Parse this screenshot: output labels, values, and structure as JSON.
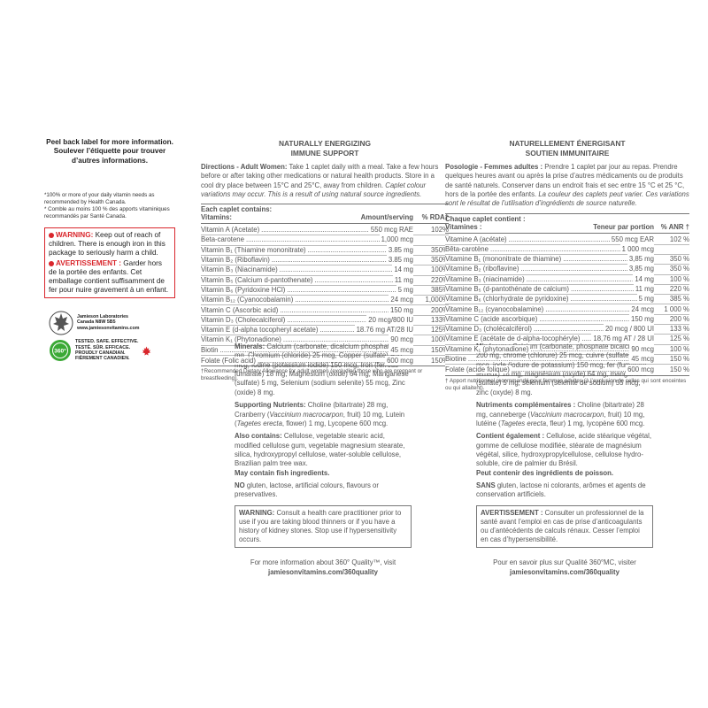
{
  "left": {
    "peel_en": "Peel back label for more information.",
    "peel_fr": "Soulever l’étiquette pour trouver d’autres informations.",
    "rda_note_en": "*100% or more of your daily vitamin needs as recommended by Health Canada.",
    "rda_note_fr": "* Comble au moins 100 % des apports vitaminiques recommandés par Santé Canada.",
    "warning_en_label": "WARNING:",
    "warning_en": "Keep out of reach of children. There is enough iron in this package to seriously harm a child.",
    "warning_fr_label": "AVERTISSEMENT :",
    "warning_fr": "Garder hors de la portée des enfants. Cet emballage contient suffisamment de fer pour nuire gravement à un enfant.",
    "company": "Jamieson Laboratories",
    "address": "Canada  N8W 5B5",
    "website": "www.jamiesonvitamins.com",
    "tested": [
      "TESTED. SAFE. EFFECTIVE.",
      "TESTÉ. SÛR. EFFICACE.",
      "PROUDLY CANADIAN.",
      "FIÈREMENT CANADIEN."
    ],
    "seal_text": "360°"
  },
  "en": {
    "title1": "NATURALLY ENERGIZING",
    "title2": "IMMUNE SUPPORT",
    "dir_label": "Directions - Adult Women:",
    "dir_text": " Take 1 caplet daily with a meal. Take a few hours before or after taking other medications or natural health products. Store in a cool dry place between 15°C and 25°C, away from children. ",
    "dir_italic": "Caplet colour variations may occur. This is a result of using natural source ingredients.",
    "th1": "Each caplet contains:",
    "col_name": "Vitamins:",
    "col_amount": "Amount/serving",
    "col_pct": "% RDA†",
    "rows": [
      {
        "n": "Vitamin A (Acetate)",
        "a": "550 mcg RAE",
        "p": "102%"
      },
      {
        "n": "Beta-carotene",
        "a": "1,000 mcg",
        "p": ""
      },
      {
        "n": "Vitamin B₁ (Thiamine mononitrate)",
        "a": "3.85 mg",
        "p": "350%"
      },
      {
        "n": "Vitamin B₂ (Riboflavin)",
        "a": "3.85 mg",
        "p": "350%"
      },
      {
        "n": "Vitamin B₃ (Niacinamide)",
        "a": "14 mg",
        "p": "100%"
      },
      {
        "n": "Vitamin B₅ (Calcium d-pantothenate)",
        "a": "11 mg",
        "p": "220%"
      },
      {
        "n": "Vitamin B₆ (Pyridoxine HCl)",
        "a": "5 mg",
        "p": "385%"
      },
      {
        "n": "Vitamin B₁₂ (Cyanocobalamin)",
        "a": "24 mcg",
        "p": "1,000%"
      },
      {
        "n": "Vitamin C (Ascorbic acid)",
        "a": "150 mg",
        "p": "200%"
      },
      {
        "n": "Vitamin D₃ (Cholecalciferol)",
        "a": "20 mcg/800 IU",
        "p": "133%"
      },
      {
        "n": "Vitamin E (d-alpha tocopheryl acetate)",
        "a": "18.76 mg AT/28 IU",
        "p": "125%"
      },
      {
        "n": "Vitamin K₁ (Phytonadione)",
        "a": "90 mcg",
        "p": "100%"
      },
      {
        "n": "Biotin",
        "a": "45 mcg",
        "p": "150%"
      },
      {
        "n": "Folate (Folic acid)",
        "a": "600 mcg",
        "p": "150%"
      }
    ],
    "footnote": "†Recommended Dietary Allowance for adult women (excluding those who are pregnant or breastfeeding).",
    "minerals_label": "Minerals:",
    "minerals": " Calcium (carbonate, dicalcium phosphate) 200 mg, Chromium (chloride) 25 mcg, Copper (sulfate) 900 mcg, Iodine (potassium iodide) 150 mcg, Iron (ferrous fumarate) 18 mg, Magnesium (oxide) 64 mg, Manganese (sulfate) 5 mg, Selenium (sodium selenite) 55 mcg, Zinc (oxide) 8 mg.",
    "supp_label": "Supporting Nutrients:",
    "supp_a": " Choline (bitartrate) 28 mg, Cranberry (",
    "supp_i1": "Vaccinium macrocarpon",
    "supp_b": ", fruit) 10 mg, Lutein (",
    "supp_i2": "Tagetes erecta",
    "supp_c": ", flower) 1 mg, Lycopene 600 mcg.",
    "also_label": "Also contains:",
    "also": " Cellulose, vegetable stearic acid, modified cellulose gum, vegetable magnesium stearate, silica, hydroxypropyl cellulose, water-soluble cellulose, Brazilian palm tree wax.",
    "fish": "May contain fish ingredients.",
    "no_label": "NO",
    "no_text": " gluten, lactose, artificial colours, flavours or preservatives.",
    "warn_label": "WARNING:",
    "warn_text": " Consult a health care practitioner prior to use if you are taking blood thinners or if you have a history of kidney stones. Stop use if hypersensitivity occurs.",
    "more_text": "For more information about 360° Quality™, visit",
    "more_url": "jamiesonvitamins.com/360quality"
  },
  "fr": {
    "title1": "NATURELLEMENT ÉNERGISANT",
    "title2": "SOUTIEN IMMUNITAIRE",
    "dir_label": "Posologie - Femmes adultes :",
    "dir_text": " Prendre 1 caplet par jour au repas. Prendre quelques heures avant ou après la prise d’autres médicaments ou de produits de santé naturels. Conserver dans un endroit frais et sec entre 15 °C et 25 °C, hors de la portée des enfants. ",
    "dir_italic": "La couleur des caplets peut varier. Ces variations sont le résultat de l’utilisation d’ingrédients de source naturelle.",
    "th1": "Chaque caplet contient :",
    "col_name": "Vitamines :",
    "col_amount": "Teneur par portion",
    "col_pct": "% ANR †",
    "rows": [
      {
        "n": "Vitamine A (acétate)",
        "a": "550 mcg EAR",
        "p": "102 %"
      },
      {
        "n": "Bêta-carotène",
        "a": "1 000 mcg",
        "p": ""
      },
      {
        "n": "Vitamine B₁ (mononitrate de thiamine)",
        "a": "3,85 mg",
        "p": "350 %"
      },
      {
        "n": "Vitamine B₂ (riboflavine)",
        "a": "3,85 mg",
        "p": "350 %"
      },
      {
        "n": "Vitamine B₃ (niacinamide)",
        "a": "14 mg",
        "p": "100 %"
      },
      {
        "n": "Vitamine B₅ (d-pantothénate de calcium)",
        "a": "11 mg",
        "p": "220 %"
      },
      {
        "n": "Vitamine B₆ (chlorhydrate de pyridoxine)",
        "a": "5 mg",
        "p": "385 %"
      },
      {
        "n": "Vitamine B₁₂ (cyanocobalamine)",
        "a": "24 mcg",
        "p": "1 000 %"
      },
      {
        "n": "Vitamine C (acide ascorbique)",
        "a": "150 mg",
        "p": "200 %"
      },
      {
        "n": "Vitamine D₃ (cholécalciférol)",
        "a": "20 mcg / 800 UI",
        "p": "133 %"
      },
      {
        "n": "Vitamine E (acétate de d-alpha-tocophéryle)",
        "a": "18,76 mg AT / 28 UI",
        "p": "125 %"
      },
      {
        "n": "Vitamine K₁ (phytonadione)",
        "a": "90 mcg",
        "p": "100 %"
      },
      {
        "n": "Biotine",
        "a": "45 mcg",
        "p": "150 %"
      },
      {
        "n": "Folate (acide folique)",
        "a": "600 mcg",
        "p": "150 %"
      }
    ],
    "footnote": "† Apport nutritionnel recommandé pour femmes adultes (à l’exclusion de celles qui sont enceintes ou qui allaitent).",
    "minerals_label": "Minéraux :",
    "minerals": " Calcium (carbonate, phosphate bicalcique) 200 mg, chrome (chlorure) 25 mcg, cuivre (sulfate) 900 mcg, iode (iodure de potassium) 150 mcg, fer (fumarate ferreux) 18 mg, magnésium (oxyde) 64 mg, manganèse (sulfate) 5 mg, sélénium (sélénite de sodium) 55 mcg, zinc (oxyde) 8 mg.",
    "supp_label": "Nutriments complémentaires :",
    "supp_a": " Choline (bitartrate) 28 mg, canneberge (",
    "supp_i1": "Vaccinium macrocarpon",
    "supp_b": ", fruit) 10 mg, lutéine (",
    "supp_i2": "Tagetes erecta",
    "supp_c": ", fleur) 1 mg, lycopène 600 mcg.",
    "also_label": "Contient également :",
    "also": " Cellulose, acide stéarique végétal, gomme de cellulose modifiée, stéarate de magnésium végétal, silice, hydroxypropylcellulose, cellulose hydro-soluble, cire de palmier du Brésil.",
    "fish": "Peut contenir des ingrédients de poisson.",
    "no_label": "SANS",
    "no_text": " gluten, lactose ni colorants, arômes et agents de conservation artificiels.",
    "warn_label": "AVERTISSEMENT :",
    "warn_text": " Consulter un professionnel de la santé avant l’emploi en cas de prise d’anticoagulants ou d’antécédents de calculs rénaux. Cesser l’emploi en cas d’hypersensibilité.",
    "more_text": "Pour en savoir plus sur Qualité 360°MC, visiter",
    "more_url": "jamiesonvitamins.com/360quality"
  },
  "colors": {
    "warning_red": "#d9262c",
    "text_gray": "#555555",
    "leaf_red": "#d9262c",
    "seal_green": "#3aa935"
  }
}
